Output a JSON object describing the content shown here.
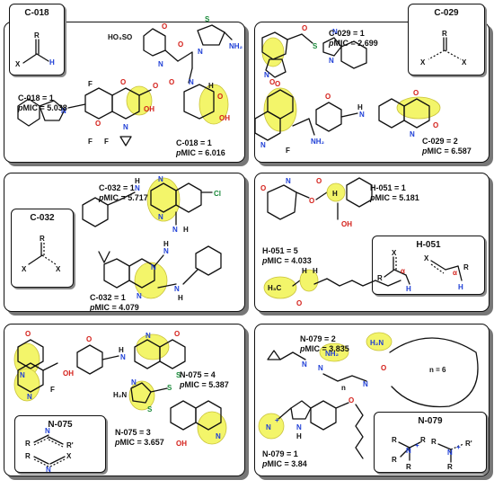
{
  "panels": {
    "c018": {
      "tag": "C-018",
      "examples": [
        {
          "count": "C-018 = 1",
          "pmic": "5.038"
        },
        {
          "count": "C-018 = 1",
          "pmic": "6.016"
        }
      ],
      "atoms": {
        "r": "R",
        "x": "X",
        "h": "H",
        "ho3so": "HO₃SO",
        "n": "N",
        "s": "S",
        "nh2": "NH₂",
        "o": "O",
        "oh": "OH",
        "f": "F",
        "h_nh": "H"
      }
    },
    "c029": {
      "tag": "C-029",
      "examples": [
        {
          "count": "C-029 = 1",
          "pmic": "2.699"
        },
        {
          "count": "C-029 = 2",
          "pmic": "6.587"
        }
      ],
      "atoms": {
        "r": "R",
        "x": "X",
        "n": "N",
        "nh2": "NH₂",
        "f": "F",
        "o": "O",
        "s": "S",
        "h": "H"
      }
    },
    "c032": {
      "tag": "C-032",
      "examples": [
        {
          "count": "C-032 = 1",
          "pmic": "5.717"
        },
        {
          "count": "C-032 = 1",
          "pmic": "4.079"
        }
      ],
      "atoms": {
        "r": "R",
        "x": "X",
        "n": "N",
        "h": "H",
        "cl": "Cl"
      }
    },
    "h051": {
      "tag": "H-051",
      "examples": [
        {
          "count": "H-051 = 1",
          "pmic": "5.181"
        },
        {
          "count": "H-051 = 5",
          "pmic": "4.033"
        }
      ],
      "atoms": {
        "r": "R",
        "x": "X",
        "h": "H",
        "alpha": "α",
        "n": "N",
        "o": "O",
        "oh": "OH",
        "h3c": "H₃C"
      }
    },
    "n075": {
      "tag": "N-075",
      "examples": [
        {
          "count": "N-075 = 4",
          "pmic": "5.387"
        },
        {
          "count": "N-075 = 3",
          "pmic": "3.657"
        }
      ],
      "atoms": {
        "r": "R",
        "r2": "R'",
        "x": "X",
        "n": "N",
        "o": "O",
        "s": "S",
        "f": "F",
        "oh": "OH",
        "h2n": "H₂N",
        "h": "H"
      }
    },
    "n079": {
      "tag": "N-079",
      "examples": [
        {
          "count": "N-079 = 2",
          "pmic": "3.835"
        },
        {
          "count": "N-079 = 1",
          "pmic": "3.84"
        }
      ],
      "ring_size": "n = 6",
      "chain_n": "n",
      "atoms": {
        "r": "R",
        "r2": "R'",
        "n": "N",
        "plus": "+",
        "nh2": "NH₂",
        "h2n": "H₂N",
        "o": "O",
        "h": "H"
      }
    }
  },
  "pmic_prefix": "pMIC = ",
  "colors": {
    "highlight": "#f3f56a",
    "nitrogen": "#1f3fd6",
    "oxygen": "#d4201a",
    "sulfur": "#1a8a3a"
  }
}
